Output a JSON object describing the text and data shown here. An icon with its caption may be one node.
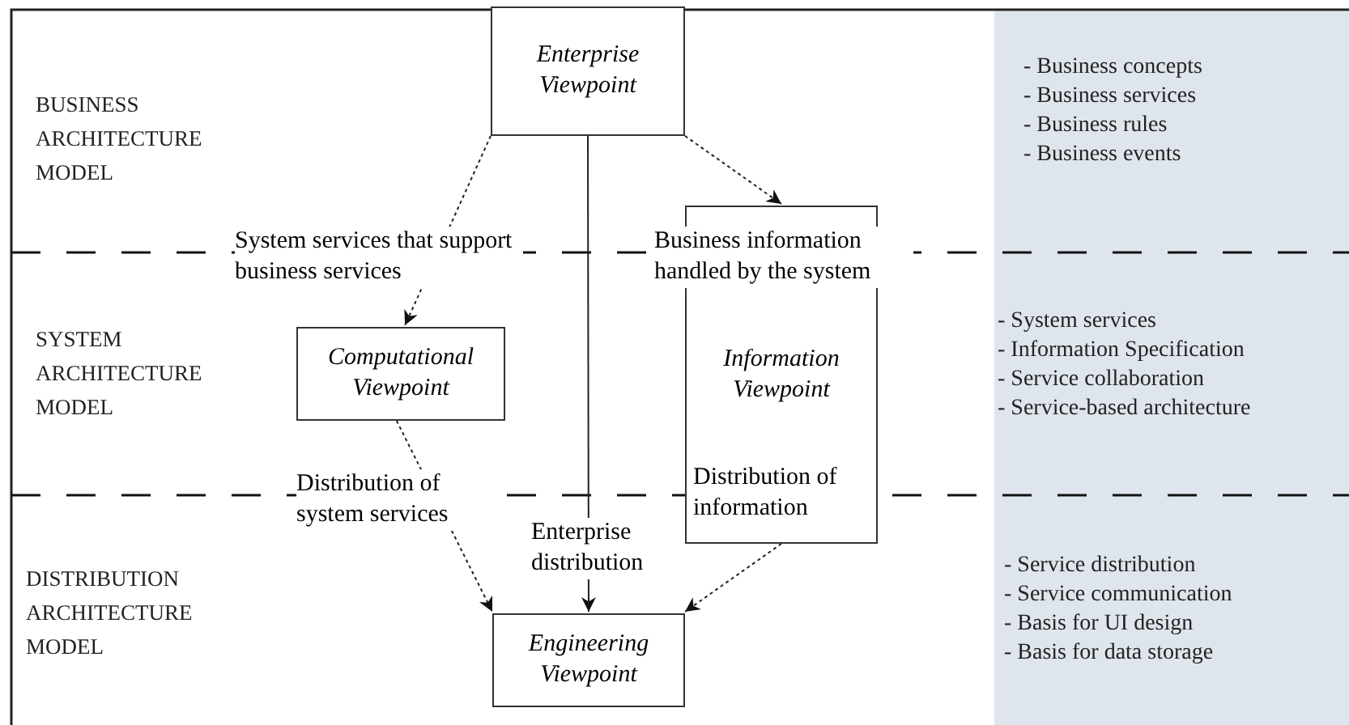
{
  "diagram": {
    "nodes": [
      {
        "text": [
          "Enterprise Viewpoint"
        ]
      },
      {
        "text": [
          "Computational Viewpoint"
        ]
      },
      {
        "text": [
          "Information Viewpoint"
        ]
      },
      {
        "text": [
          "Engineering Viewpoint"
        ]
      }
    ],
    "edges": [
      {
        "from": 0,
        "to": 1,
        "arrow": "to",
        "style": "dashed",
        "label": "System services that support business services"
      },
      {
        "from": 0,
        "to": 2,
        "arrow": "to",
        "style": "dashed",
        "label": "Business information handled by the system"
      },
      {
        "from": 0,
        "to": 3,
        "arrow": "to",
        "label": "Enterprise distribution"
      },
      {
        "from": 1,
        "to": 3,
        "arrow": "to",
        "style": "dashed",
        "label": "Distribution of system services"
      },
      {
        "from": 2,
        "to": 3,
        "arrow": "to",
        "style": "dashed",
        "label": "Distribution of information"
      }
    ],
    "labels": [
      "BUSINESS ARCHITECTURE MODEL",
      "- Business concepts",
      "- Business services",
      "- Business rules",
      "- Business events",
      "SYSTEM ARCHITECTURE MODEL",
      "- System services",
      "- Information Specification",
      "- Service collaboration",
      "- Service-based architecture",
      "DISTRIBUTION ARCHITECTURE MODEL",
      "- Service distribution",
      "- Service communication",
      "- Basis for UI design",
      "- Basis for data storage"
    ]
  }
}
